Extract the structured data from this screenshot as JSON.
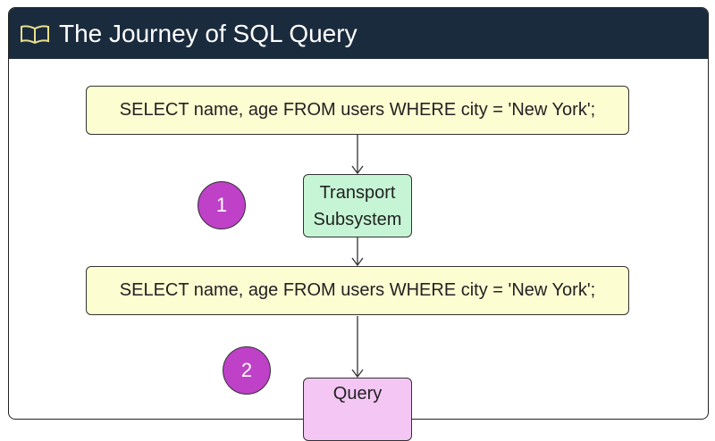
{
  "header": {
    "title": "The Journey of SQL Query",
    "icon": "open-book-icon"
  },
  "diagram": {
    "query_text_1": "SELECT name, age FROM users WHERE city = 'New York';",
    "step1": {
      "number": "1",
      "label_line1": "Transport",
      "label_line2": "Subsystem"
    },
    "query_text_2": "SELECT name, age FROM users WHERE city = 'New York';",
    "step2": {
      "number": "2",
      "label_line1": "Query"
    }
  },
  "colors": {
    "header": "#1b2b3e",
    "sql_box": "#fdfdd2",
    "transport": "#c6f5d5",
    "query": "#f3c6f3",
    "circle": "#bf41c8"
  }
}
